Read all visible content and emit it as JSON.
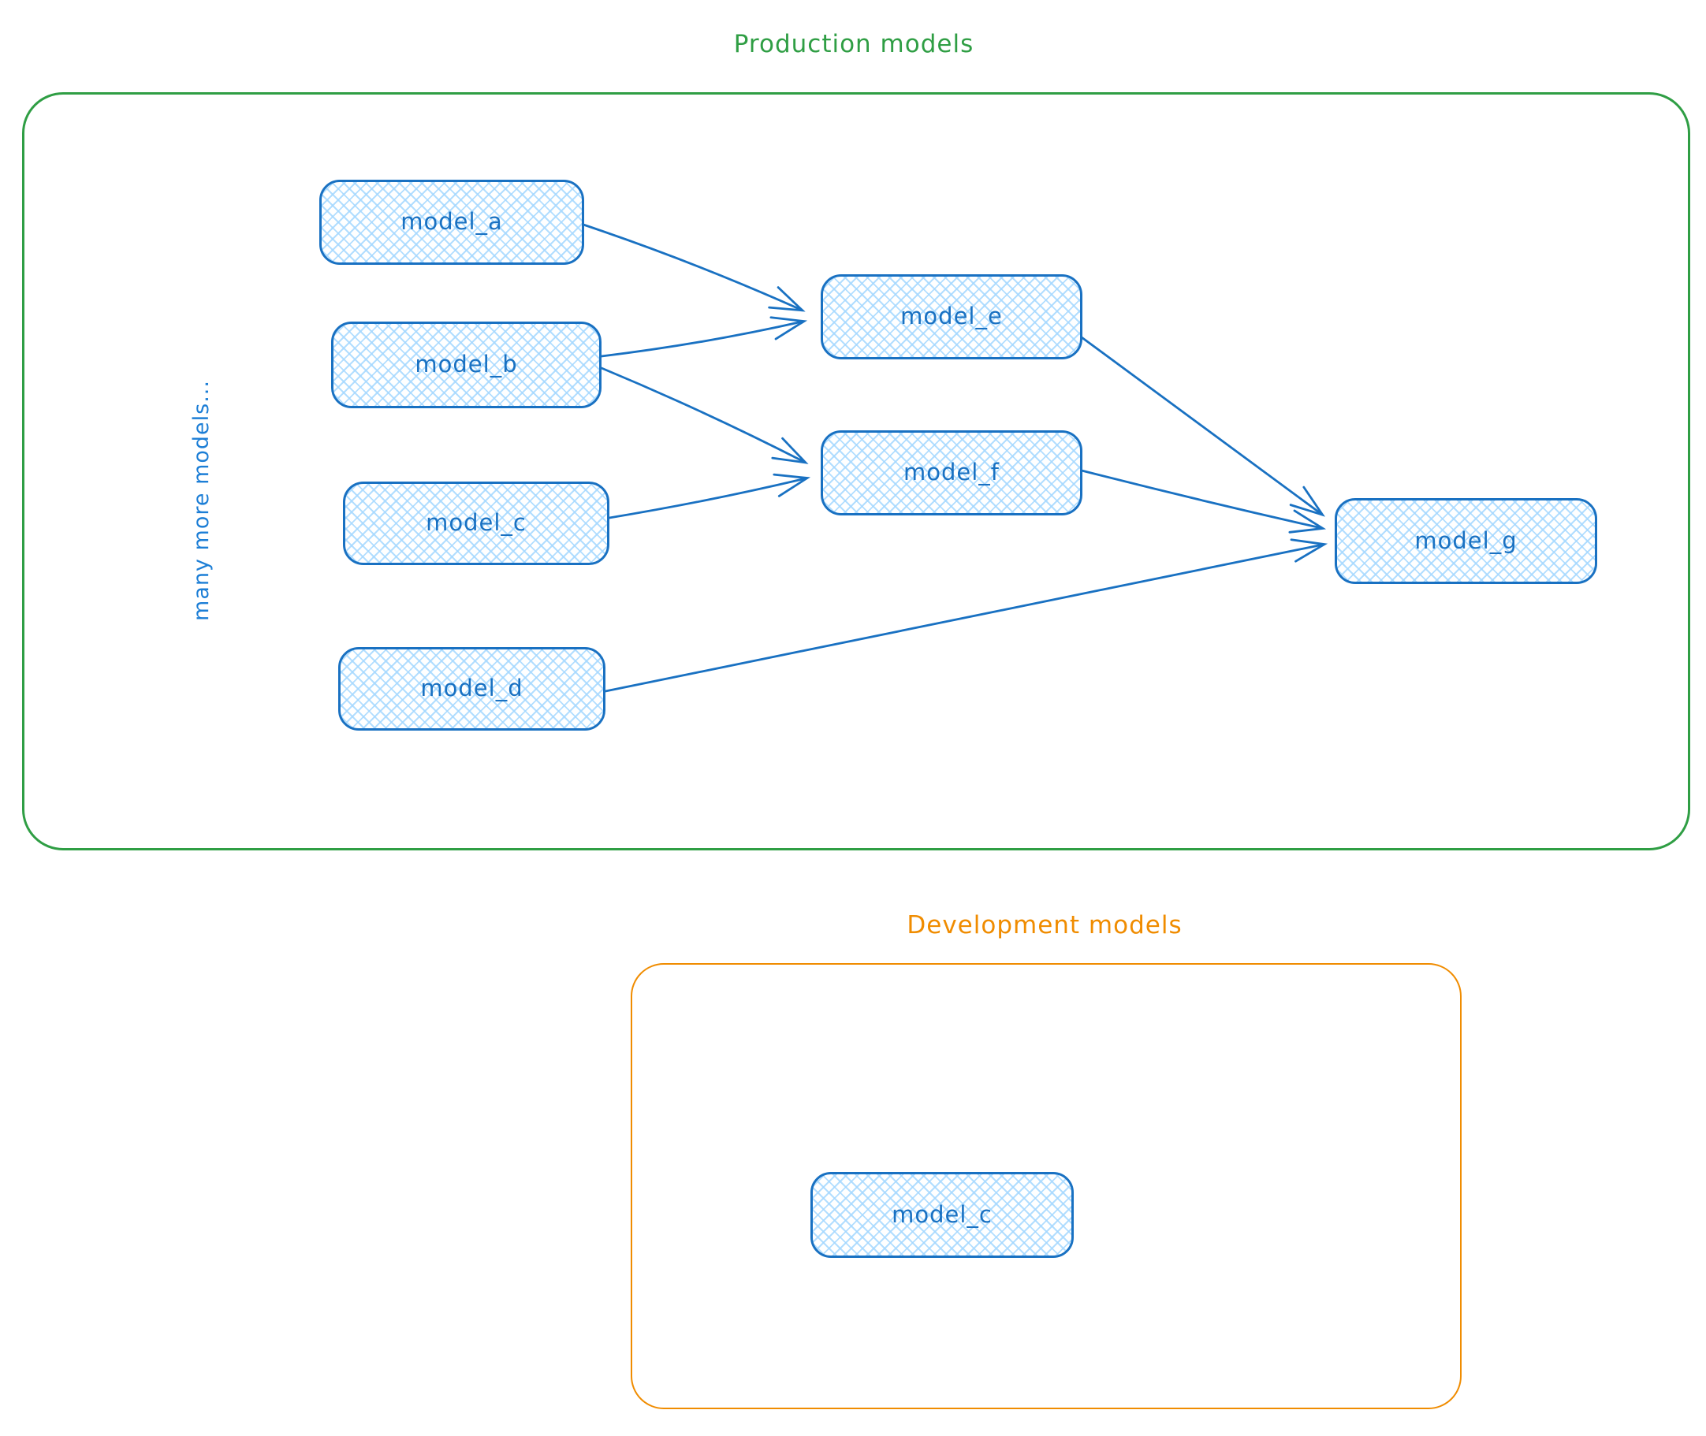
{
  "colors": {
    "node_stroke": "#1971c2",
    "node_fill": "#a5d8ff",
    "production_accent": "#2f9e44",
    "development_accent": "#f08c00"
  },
  "production": {
    "title": "Production models",
    "side_note": "many more models...",
    "nodes": [
      {
        "id": "model_a",
        "label": "model_a"
      },
      {
        "id": "model_b",
        "label": "model_b"
      },
      {
        "id": "model_c",
        "label": "model_c"
      },
      {
        "id": "model_d",
        "label": "model_d"
      },
      {
        "id": "model_e",
        "label": "model_e"
      },
      {
        "id": "model_f",
        "label": "model_f"
      },
      {
        "id": "model_g",
        "label": "model_g"
      }
    ],
    "edges": [
      {
        "from": "model_a",
        "to": "model_e"
      },
      {
        "from": "model_b",
        "to": "model_e"
      },
      {
        "from": "model_b",
        "to": "model_f"
      },
      {
        "from": "model_c",
        "to": "model_f"
      },
      {
        "from": "model_e",
        "to": "model_g"
      },
      {
        "from": "model_f",
        "to": "model_g"
      },
      {
        "from": "model_d",
        "to": "model_g"
      }
    ]
  },
  "development": {
    "title": "Development models",
    "nodes": [
      {
        "id": "model_c_dev",
        "label": "model_c"
      }
    ]
  }
}
